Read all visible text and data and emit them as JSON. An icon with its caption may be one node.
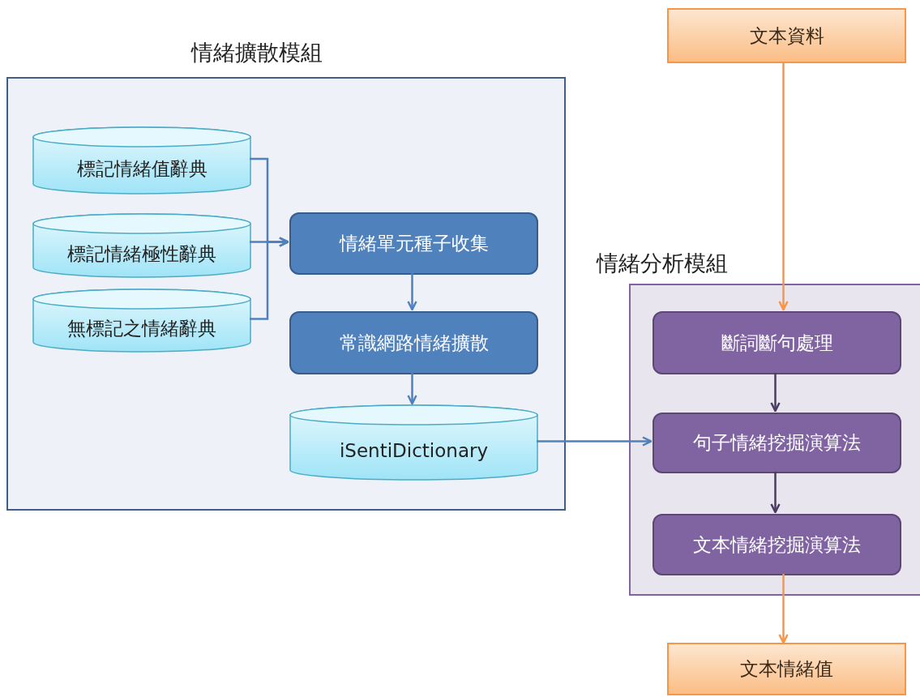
{
  "diagram": {
    "nodes": [
      {
        "text": [
          "情緒擴散模組"
        ]
      },
      {
        "text": [
          "標記情緒值辭典"
        ],
        "in": 0
      },
      {
        "text": [
          "標記情緒極性辭典"
        ],
        "in": 0
      },
      {
        "text": [
          "無標記之情緒辭典"
        ],
        "in": 0
      },
      {
        "text": [
          "情緒單元種子收集"
        ],
        "in": 0
      },
      {
        "text": [
          "常識網路情緒擴散"
        ],
        "in": 0
      },
      {
        "text": [
          "iSentiDictionary"
        ],
        "in": 0
      },
      {
        "text": [
          "文本資料"
        ]
      },
      {
        "text": [
          "情緒分析模組"
        ]
      },
      {
        "text": [
          "斷詞斷句處理"
        ],
        "in": 8
      },
      {
        "text": [
          "句子情緒挖掘演算法"
        ],
        "in": 8
      },
      {
        "text": [
          "文本情緒挖掘演算法"
        ],
        "in": 8
      },
      {
        "text": [
          "文本情緒值"
        ]
      }
    ],
    "edges": [
      {
        "from": 1,
        "to": 4,
        "arrow": "to"
      },
      {
        "from": 2,
        "to": 4,
        "arrow": "to"
      },
      {
        "from": 3,
        "to": 4,
        "arrow": "to"
      },
      {
        "from": 4,
        "to": 5,
        "arrow": "to"
      },
      {
        "from": 5,
        "to": 6,
        "arrow": "to"
      },
      {
        "from": 6,
        "to": 10,
        "arrow": "to"
      },
      {
        "from": 7,
        "to": 9,
        "arrow": "to",
        "color": "#f79646"
      },
      {
        "from": 9,
        "to": 10,
        "arrow": "to",
        "color": "#4b3a63"
      },
      {
        "from": 10,
        "to": 11,
        "arrow": "to",
        "color": "#4b3a63"
      },
      {
        "from": 11,
        "to": 12,
        "arrow": "to",
        "color": "#f79646"
      }
    ]
  }
}
